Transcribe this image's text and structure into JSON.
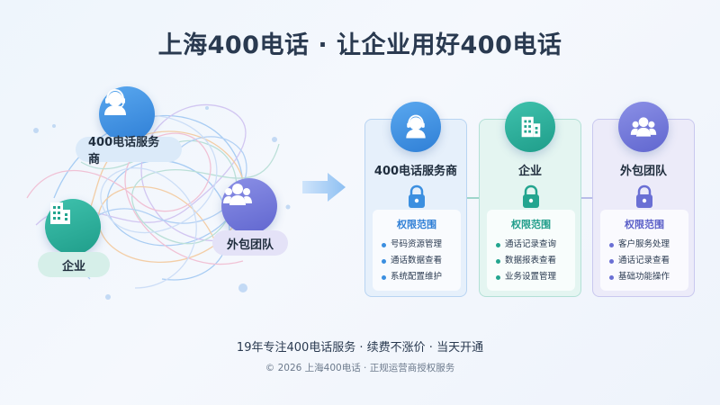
{
  "title": "上海400电话 · 让企业用好400电话",
  "left": {
    "provider_label": "400电话服务商",
    "enterprise_label": "企业",
    "outsource_label": "外包团队"
  },
  "cards": [
    {
      "title": "400电话服务商",
      "perm_title": "权限范围",
      "items": [
        "号码资源管理",
        "通话数据查看",
        "系统配置维护"
      ],
      "accent": "#3b8fe0",
      "icon": "agent-icon"
    },
    {
      "title": "企业",
      "perm_title": "权限范围",
      "items": [
        "通话记录查询",
        "数据报表查看",
        "业务设置管理"
      ],
      "accent": "#23a58f",
      "icon": "building-icon"
    },
    {
      "title": "外包团队",
      "perm_title": "权限范围",
      "items": [
        "客户服务处理",
        "通话记录查看",
        "基础功能操作"
      ],
      "accent": "#6a6fd4",
      "icon": "team-icon"
    }
  ],
  "footer": {
    "tagline": "19年专注400电话服务 · 续费不涨价 · 当天开通",
    "copyright": "© 2026 上海400电话 · 正规运营商授权服务"
  }
}
